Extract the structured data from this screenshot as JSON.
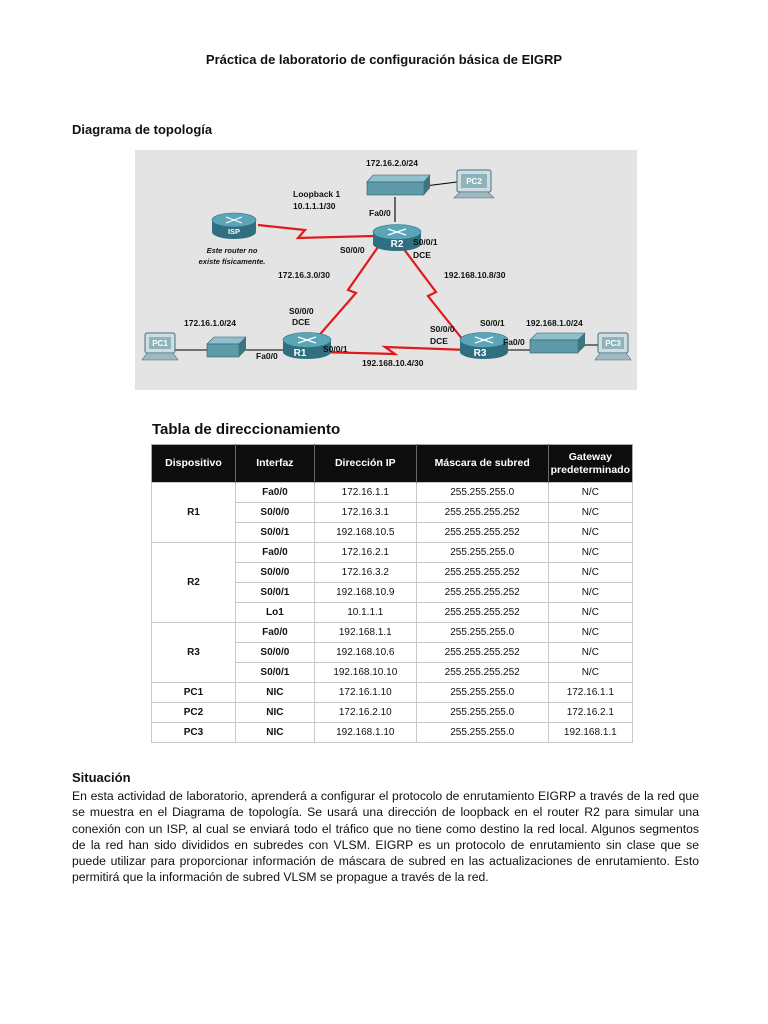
{
  "title": "Práctica de laboratorio de configuración básica de EIGRP",
  "topology_heading": "Diagrama de topología",
  "topology": {
    "net_r2_lan": "172.16.2.0/24",
    "loopback_label": "Loopback 1",
    "loopback_addr": "10.1.1.1/30",
    "isp_label": "ISP",
    "isp_note_1": "Este router no",
    "isp_note_2": "existe físicamente.",
    "pc2": "PC2",
    "pc1": "PC1",
    "pc3": "PC3",
    "r1": "R1",
    "r2": "R2",
    "r3": "R3",
    "r2_fa00": "Fa0/0",
    "r2_s000": "S0/0/0",
    "r2_s001": "S0/0/1",
    "r2_dce": "DCE",
    "net_r1_r2": "172.16.3.0/30",
    "net_r2_r3": "192.168.10.8/30",
    "r1_s000": "S0/0/0",
    "r1_dce": "DCE",
    "net_r1_lan": "172.16.1.0/24",
    "r1_fa00": "Fa0/0",
    "r1_s001": "S0/0/1",
    "net_r1_r3": "192.168.10.4/30",
    "r3_s000": "S0/0/0",
    "r3_dce": "DCE",
    "r3_s001": "S0/0/1",
    "net_r3_lan": "192.168.1.0/24",
    "r3_fa00": "Fa0/0",
    "colors": {
      "router": "#3f8a9c",
      "switch": "#5e9aa8",
      "pc": "#8fb3bd",
      "serial": "#e01a1a",
      "backdrop": "#e4e4e4"
    }
  },
  "table": {
    "title": "Tabla de direccionamiento",
    "headers": [
      "Dispositivo",
      "Interfaz",
      "Dirección IP",
      "Máscara de subred",
      "Gateway predeterminado"
    ],
    "groups": [
      {
        "device": "R1",
        "rows": [
          [
            "Fa0/0",
            "172.16.1.1",
            "255.255.255.0",
            "N/C"
          ],
          [
            "S0/0/0",
            "172.16.3.1",
            "255.255.255.252",
            "N/C"
          ],
          [
            "S0/0/1",
            "192.168.10.5",
            "255.255.255.252",
            "N/C"
          ]
        ]
      },
      {
        "device": "R2",
        "rows": [
          [
            "Fa0/0",
            "172.16.2.1",
            "255.255.255.0",
            "N/C"
          ],
          [
            "S0/0/0",
            "172.16.3.2",
            "255.255.255.252",
            "N/C"
          ],
          [
            "S0/0/1",
            "192.168.10.9",
            "255.255.255.252",
            "N/C"
          ],
          [
            "Lo1",
            "10.1.1.1",
            "255.255.255.252",
            "N/C"
          ]
        ]
      },
      {
        "device": "R3",
        "rows": [
          [
            "Fa0/0",
            "192.168.1.1",
            "255.255.255.0",
            "N/C"
          ],
          [
            "S0/0/0",
            "192.168.10.6",
            "255.255.255.252",
            "N/C"
          ],
          [
            "S0/0/1",
            "192.168.10.10",
            "255.255.255.252",
            "N/C"
          ]
        ]
      },
      {
        "device": "PC1",
        "rows": [
          [
            "NIC",
            "172.16.1.10",
            "255.255.255.0",
            "172.16.1.1"
          ]
        ]
      },
      {
        "device": "PC2",
        "rows": [
          [
            "NIC",
            "172.16.2.10",
            "255.255.255.0",
            "172.16.2.1"
          ]
        ]
      },
      {
        "device": "PC3",
        "rows": [
          [
            "NIC",
            "192.168.1.10",
            "255.255.255.0",
            "192.168.1.1"
          ]
        ]
      }
    ]
  },
  "situation_heading": "Situación",
  "situation_text": "En esta actividad de laboratorio, aprenderá a configurar el protocolo de enrutamiento EIGRP a través de la red que se muestra en el Diagrama de topología. Se usará una dirección de loopback en el router R2 para simular una conexión con un ISP, al cual se enviará todo el tráfico que no tiene como destino la red local. Algunos segmentos de la red han sido divididos en subredes con VLSM. EIGRP es un protocolo de enrutamiento sin clase que se puede utilizar para proporcionar información de máscara de subred en las actualizaciones de enrutamiento. Esto permitirá que la información de subred VLSM se propague a través de la red."
}
